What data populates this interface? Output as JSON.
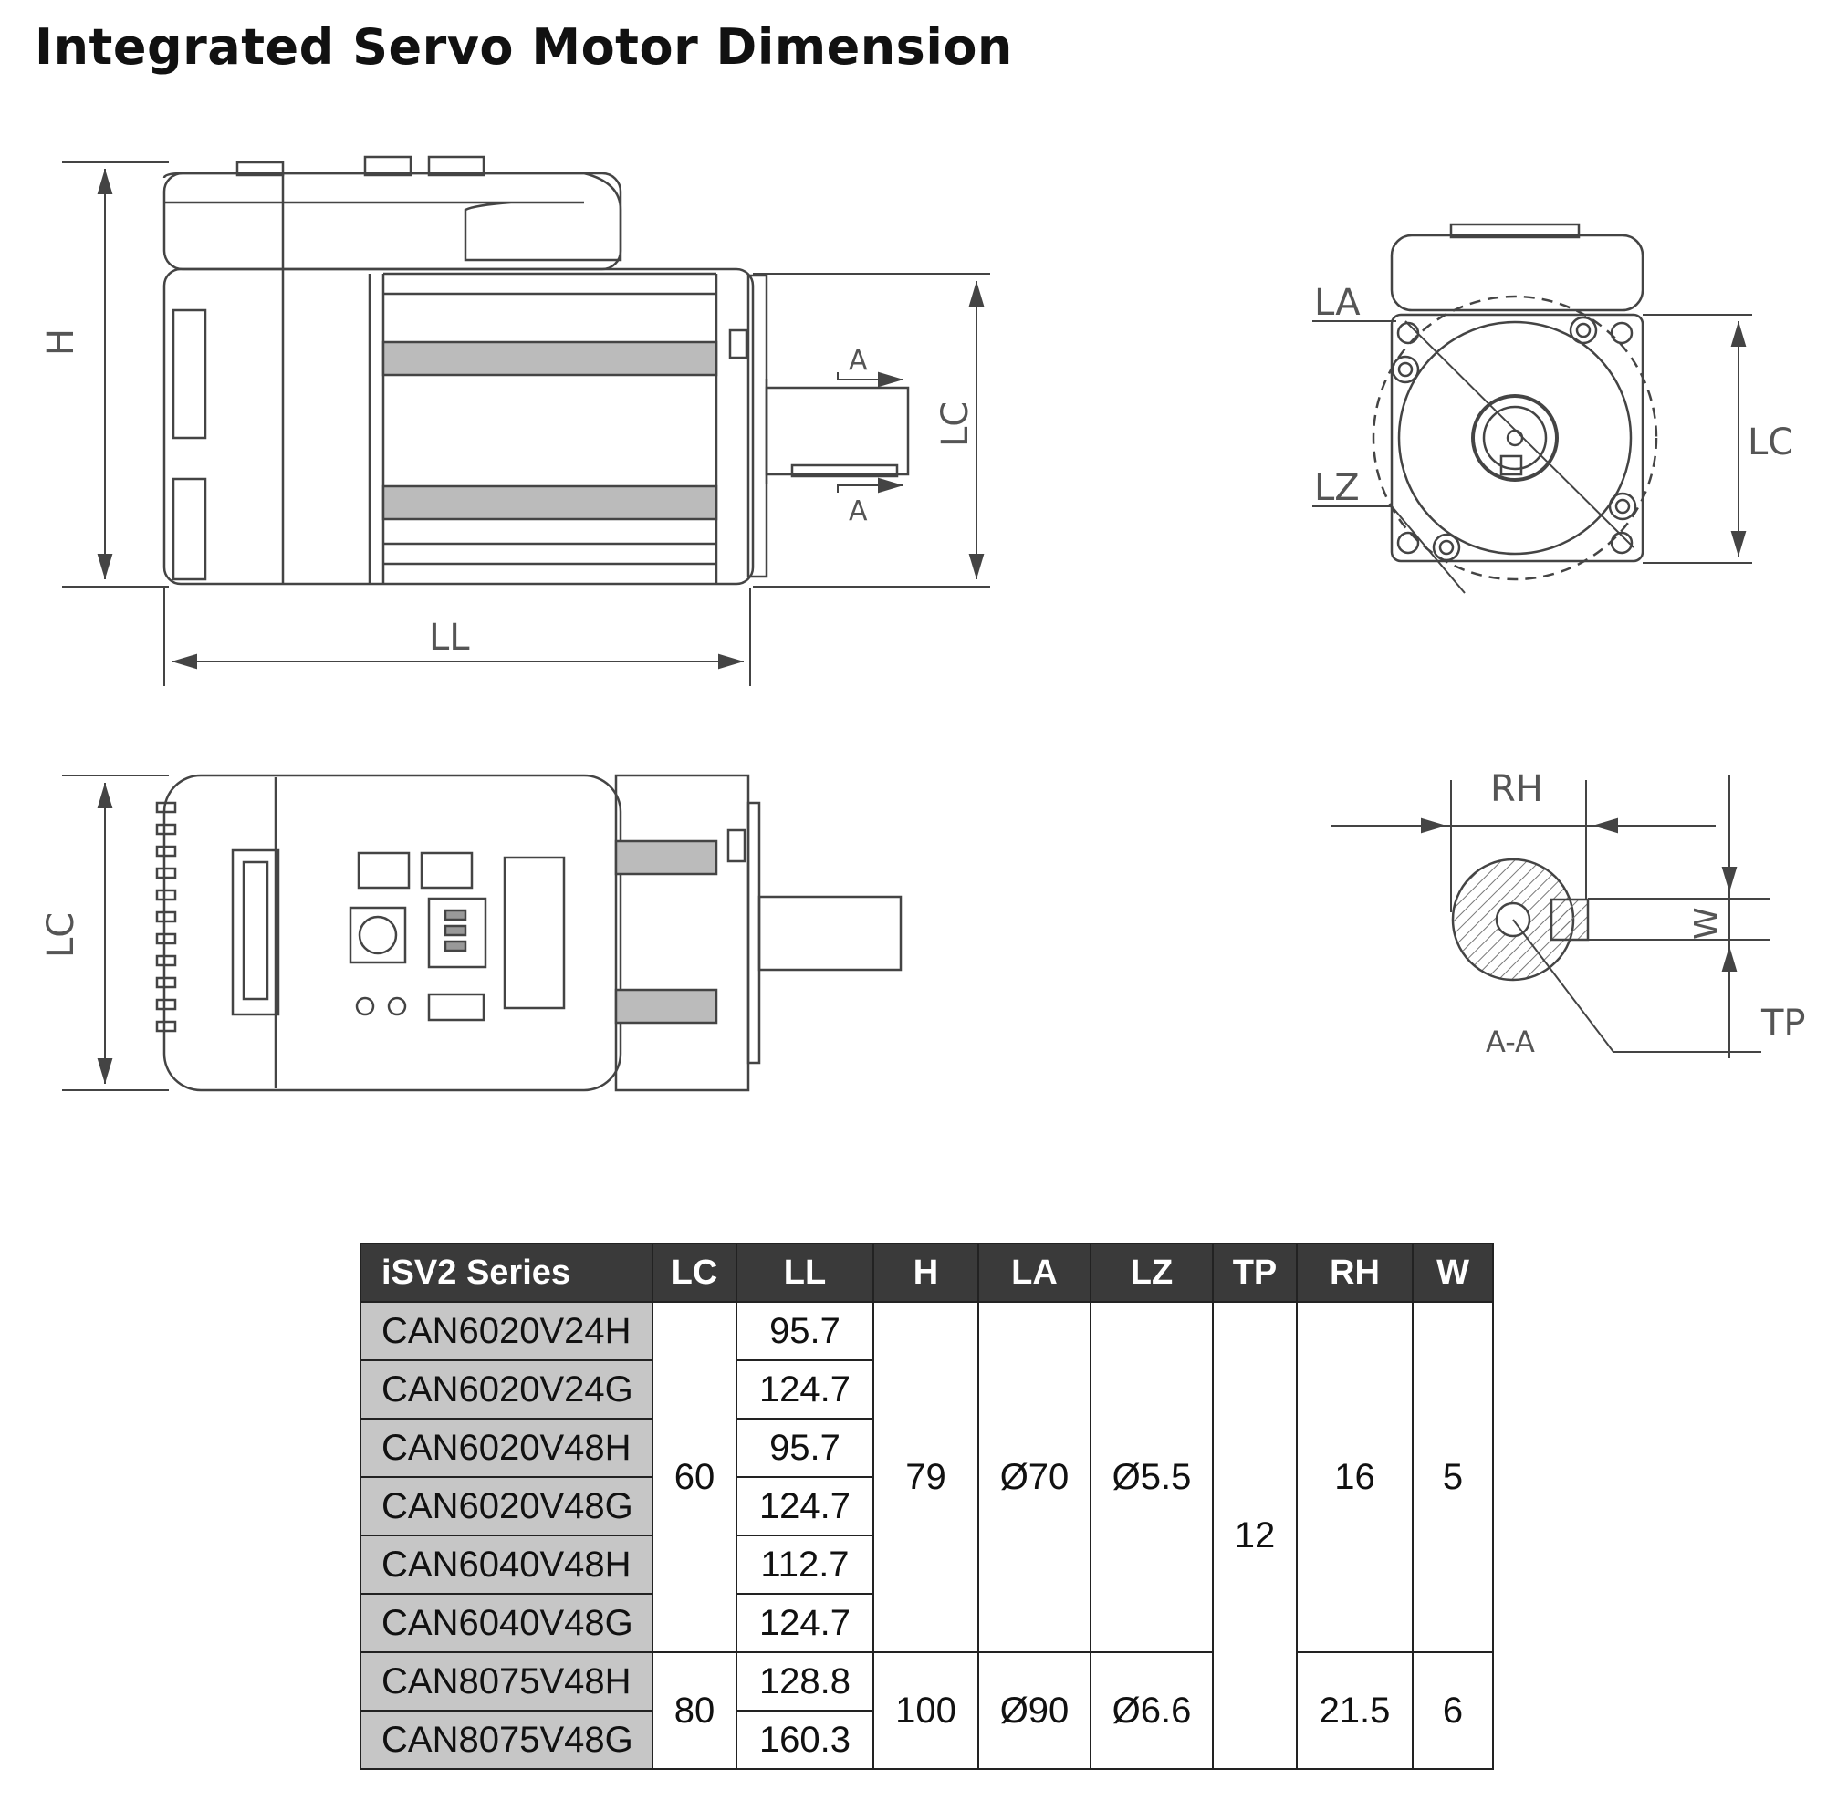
{
  "page": {
    "title": "Integrated Servo Motor Dimension"
  },
  "drawing_labels": {
    "side_h": "H",
    "side_lc": "LC",
    "side_ll": "LL",
    "side_a_top": "A",
    "side_a_bottom": "A",
    "front_la": "LA",
    "front_lz": "LZ",
    "front_lc": "LC",
    "top_lc": "LC",
    "sect_rh": "RH",
    "sect_w": "W",
    "sect_tp": "TP",
    "sect_name": "A-A"
  },
  "table": {
    "headers": [
      "iSV2 Series",
      "LC",
      "LL",
      "H",
      "LA",
      "LZ",
      "TP",
      "RH",
      "W"
    ],
    "models": [
      "CAN6020V24H",
      "CAN6020V24G",
      "CAN6020V48H",
      "CAN6020V48G",
      "CAN6040V48H",
      "CAN6040V48G",
      "CAN8075V48H",
      "CAN8075V48G"
    ],
    "ll": [
      "95.7",
      "124.7",
      "95.7",
      "124.7",
      "112.7",
      "124.7",
      "128.8",
      "160.3"
    ],
    "group60": {
      "lc": "60",
      "h": "79",
      "la": "Ø70",
      "lz": "Ø5.5",
      "rh": "16",
      "w": "5"
    },
    "group80": {
      "lc": "80",
      "h": "100",
      "la": "Ø90",
      "lz": "Ø6.6",
      "rh": "21.5",
      "w": "6"
    },
    "tp": "12"
  }
}
